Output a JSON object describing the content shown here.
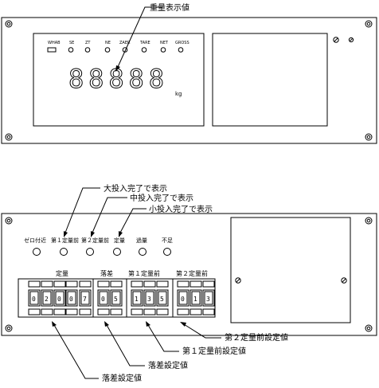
{
  "top_panel": {
    "callout": "重量表示値",
    "indicators": [
      "WHAB",
      "SE",
      "ZT",
      "NE",
      "ZAER",
      "TARE",
      "NET",
      "GROSS"
    ],
    "display": "88888",
    "unit": "kg"
  },
  "bottom_panel": {
    "callouts": {
      "large": "大投入完了で表示",
      "medium": "中投入完了で表示",
      "small": "小投入完了で表示"
    },
    "lamps": [
      "ゼロ付近",
      "第１定量前",
      "第２定量前",
      "定量",
      "過量",
      "不足"
    ],
    "groups": {
      "setpoint": {
        "label": "定量",
        "digits": [
          "0",
          "2",
          "0",
          "0",
          "7"
        ]
      },
      "drop": {
        "label": "落差",
        "digits": [
          "0",
          "5"
        ]
      },
      "first": {
        "label": "第１定量前",
        "digits": [
          "1",
          "3",
          "5"
        ]
      },
      "second": {
        "label": "第２定量前",
        "digits": [
          "0",
          "1",
          "3"
        ]
      }
    },
    "bottom_callouts": {
      "second": "第２定量前設定値",
      "first": "第１定量前設定値",
      "drop": "落差設定値",
      "setpoint": "落差設定値"
    }
  }
}
